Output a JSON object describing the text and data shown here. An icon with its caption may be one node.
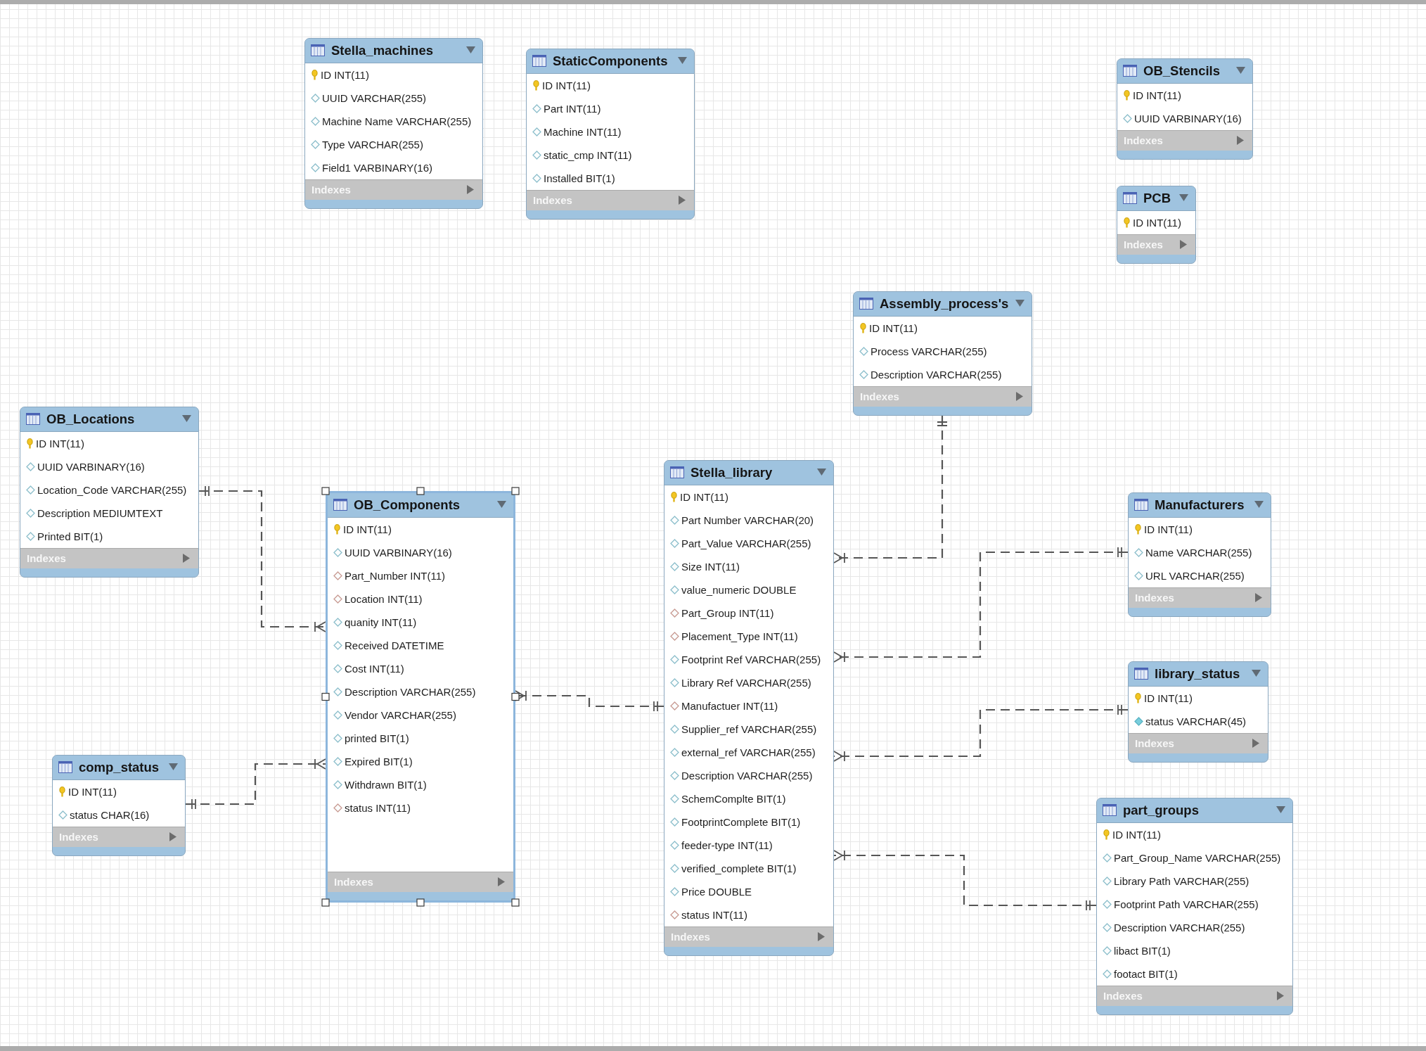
{
  "diagram": {
    "nodes": [
      {
        "text": [
          "Stella_machines",
          "ID INT(11)",
          "UUID VARCHAR(255)",
          "Machine Name VARCHAR(255)",
          "Type VARCHAR(255)",
          "Field1 VARBINARY(16)",
          "Indexes"
        ]
      },
      {
        "text": [
          "StaticComponents",
          "ID INT(11)",
          "Part INT(11)",
          "Machine INT(11)",
          "static_cmp INT(11)",
          "Installed BIT(1)",
          "Indexes"
        ]
      },
      {
        "text": [
          "OB_Stencils",
          "ID INT(11)",
          "UUID VARBINARY(16)",
          "Indexes"
        ]
      },
      {
        "text": [
          "PCB",
          "ID INT(11)",
          "Indexes"
        ]
      },
      {
        "text": [
          "Assembly_process's",
          "ID INT(11)",
          "Process VARCHAR(255)",
          "Description VARCHAR(255)",
          "Indexes"
        ]
      },
      {
        "text": [
          "OB_Locations",
          "ID INT(11)",
          "UUID VARBINARY(16)",
          "Location_Code VARCHAR(255)",
          "Description MEDIUMTEXT",
          "Printed BIT(1)",
          "Indexes"
        ]
      },
      {
        "text": [
          "OB_Components",
          "ID INT(11)",
          "UUID VARBINARY(16)",
          "Part_Number INT(11)",
          "Location INT(11)",
          "quanity INT(11)",
          "Received DATETIME",
          "Cost INT(11)",
          "Description VARCHAR(255)",
          "Vendor VARCHAR(255)",
          "printed BIT(1)",
          "Expired BIT(1)",
          "Withdrawn BIT(1)",
          "status INT(11)",
          "Indexes"
        ]
      },
      {
        "text": [
          "Stella_library",
          "ID INT(11)",
          "Part Number VARCHAR(20)",
          "Part_Value VARCHAR(255)",
          "Size INT(11)",
          "value_numeric DOUBLE",
          "Part_Group INT(11)",
          "Placement_Type INT(11)",
          "Footprint Ref VARCHAR(255)",
          "Library Ref VARCHAR(255)",
          "Manufactuer INT(11)",
          "Supplier_ref VARCHAR(255)",
          "external_ref VARCHAR(255)",
          "Description VARCHAR(255)",
          "SchemComplte BIT(1)",
          "FootprintComplete BIT(1)",
          "feeder-type INT(11)",
          "verified_complete BIT(1)",
          "Price DOUBLE",
          "status INT(11)",
          "Indexes"
        ]
      },
      {
        "text": [
          "Manufacturers",
          "ID INT(11)",
          "Name VARCHAR(255)",
          "URL VARCHAR(255)",
          "Indexes"
        ]
      },
      {
        "text": [
          "library_status",
          "ID INT(11)",
          "status VARCHAR(45)",
          "Indexes"
        ]
      },
      {
        "text": [
          "comp_status",
          "ID INT(11)",
          "status CHAR(16)",
          "Indexes"
        ]
      },
      {
        "text": [
          "part_groups",
          "ID INT(11)",
          "Part_Group_Name VARCHAR(255)",
          "Library Path VARCHAR(255)",
          "Footprint Path VARCHAR(255)",
          "Description VARCHAR(255)",
          "libact BIT(1)",
          "footact BIT(1)",
          "Indexes"
        ]
      }
    ],
    "edges": [
      {
        "from": 5,
        "to": 6,
        "arrow": "other",
        "style": "dashed"
      },
      {
        "from": 10,
        "to": 6,
        "arrow": "other",
        "style": "dashed"
      },
      {
        "from": 7,
        "to": 6,
        "arrow": "other",
        "style": "dashed"
      },
      {
        "from": 4,
        "to": 7,
        "arrow": "other",
        "style": "dashed"
      },
      {
        "from": 8,
        "to": 7,
        "arrow": "other",
        "style": "dashed"
      },
      {
        "from": 9,
        "to": 7,
        "arrow": "other",
        "style": "dashed"
      },
      {
        "from": 11,
        "to": 7,
        "arrow": "other",
        "style": "dashed"
      }
    ]
  }
}
